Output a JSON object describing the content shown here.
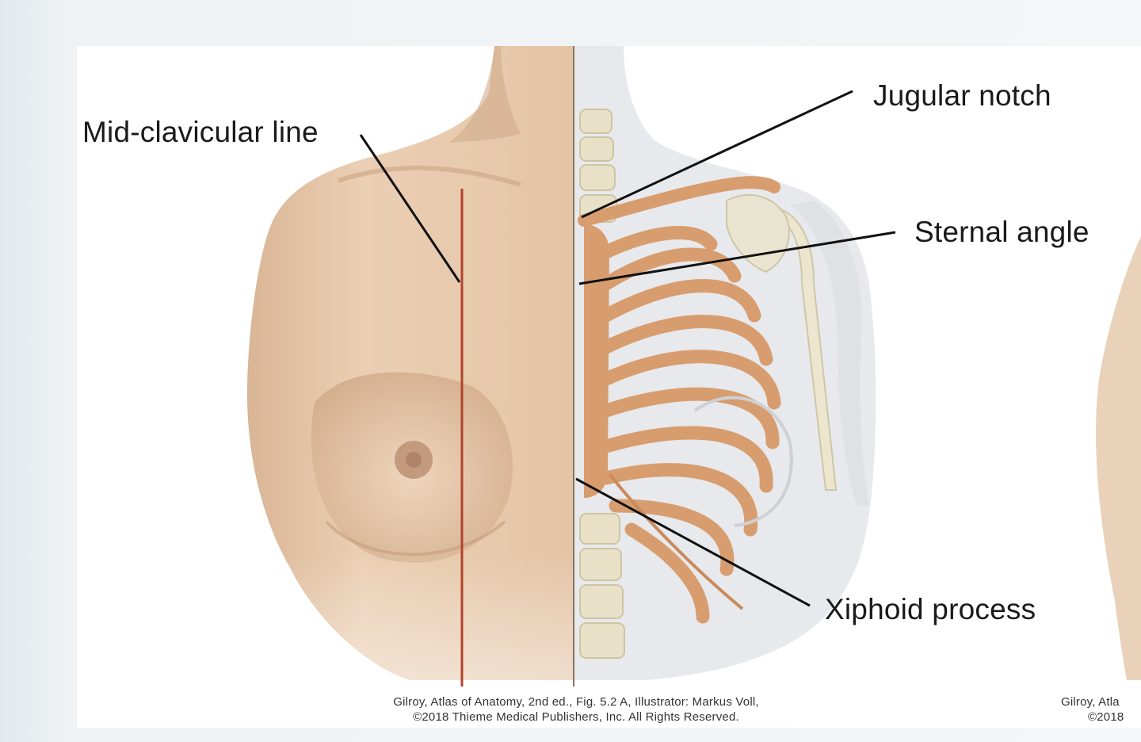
{
  "labels": {
    "mid_clavicular": "Mid-clavicular line",
    "jugular_notch": "Jugular notch",
    "sternal_angle": "Sternal angle",
    "xiphoid_process": "Xiphoid process"
  },
  "credit": {
    "line1": "Gilroy, Atlas of Anatomy, 2nd ed., Fig. 5.2 A, Illustrator: Markus Voll,",
    "line2": "©2018 Thieme Medical Publishers, Inc. All Rights Reserved.",
    "partial_line1": "Gilroy, Atla",
    "partial_line2": "©2018"
  },
  "colors": {
    "skin": "#e8cbb0",
    "skin_shadow": "#c9a284",
    "rib": "#d89d6e",
    "bone": "#e9e4d0",
    "mid_clavicular_line": "#b2432a",
    "leader": "#111111"
  }
}
